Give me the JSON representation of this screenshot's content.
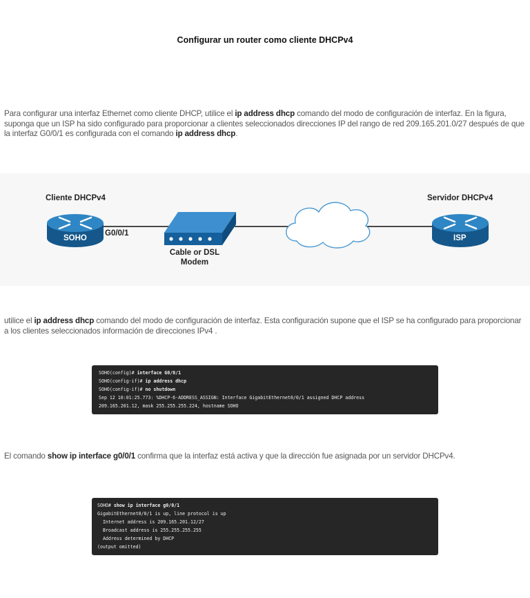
{
  "title": "Configurar un router como cliente DHCPv4",
  "paragraph1": {
    "t1": "Para configurar una interfaz Ethernet como cliente DHCP, utilice el ",
    "b1": "ip address dhcp",
    "t2": " comando del modo de configuración de interfaz. En la figura, suponga que un ISP ha sido configurado para proporcionar a clientes seleccionados direcciones IP del rango de red 209.165.201.0/27 después de que la interfaz G0/0/1 es configurada con el comando ",
    "b2": "ip address dhcp",
    "t3": "."
  },
  "diagram": {
    "client_label": "Cliente DHCPv4",
    "server_label": "Servidor DHCPv4",
    "client_router_name": "SOHO",
    "server_router_name": "ISP",
    "interface_label": "G0/0/1",
    "modem_label_line1": "Cable or DSL",
    "modem_label_line2": "Modem",
    "router_color": "#1d6fa8",
    "modem_color": "#1a73b5",
    "cloud_stroke": "#4a9ad4"
  },
  "paragraph2": {
    "t1": "utilice el ",
    "b1": "ip address dhcp",
    "t2": " comando del modo de configuración de interfaz. Esta configuración supone que el ISP se ha configurado para proporcionar a los clientes seleccionados información de direcciones IPv4 ."
  },
  "terminal1": {
    "l1_prompt": "SOHO(config)# ",
    "l1_cmd": "interface G0/0/1",
    "l2_prompt": "SOHO(config-if)# ",
    "l2_cmd": "ip address dhcp",
    "l3_prompt": "SOHO(config-if)# ",
    "l3_cmd": "no shutdown",
    "l4": "Sep 12 10:01:25.773: %DHCP-6-ADDRESS_ASSIGN: Interface GigabitEthernet0/0/1 assigned DHCP address",
    "l5": "209.165.201.12, mask 255.255.255.224, hostname SOHO"
  },
  "paragraph3": {
    "t1": "El comando ",
    "b1": "show ip interface g0/0/1",
    "t2": " confirma que la interfaz está activa y que la dirección fue asignada por un servidor DHCPv4."
  },
  "terminal2": {
    "l1_prompt": "SOHO# ",
    "l1_cmd": "show ip interface g0/0/1",
    "l2": "GigabitEthernet0/0/1 is up, line protocol is up",
    "l3": "  Internet address is 209.165.201.12/27",
    "l4": "  Broadcast address is 255.255.255.255",
    "l5": "  Address determined by DHCP",
    "l6": "(output omitted)"
  }
}
